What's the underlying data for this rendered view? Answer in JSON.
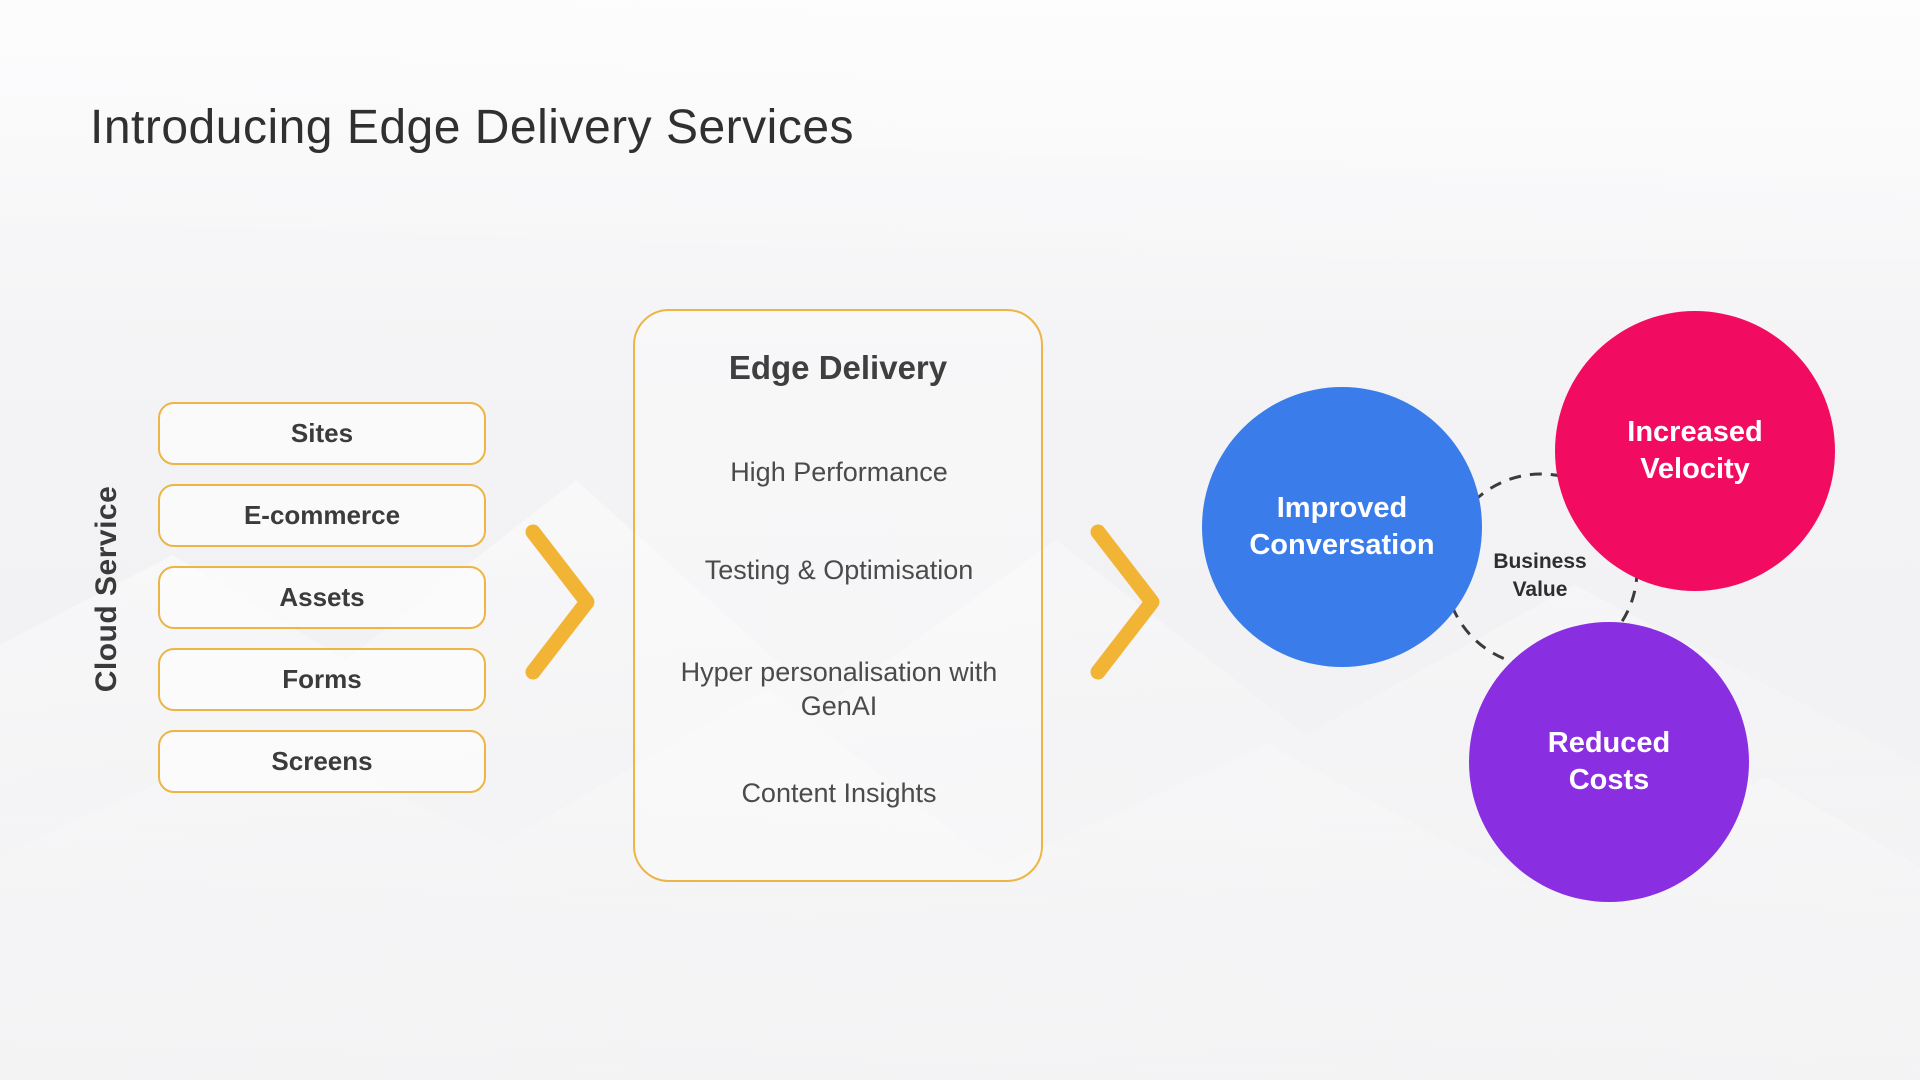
{
  "slide": {
    "title": "Introducing Edge Delivery Services"
  },
  "cloud_service": {
    "label": "Cloud Service",
    "items": [
      "Sites",
      "E-commerce",
      "Assets",
      "Forms",
      "Screens"
    ]
  },
  "edge_delivery": {
    "title": "Edge Delivery",
    "features": [
      "High Performance",
      "Testing & Optimisation",
      "Hyper personalisation with GenAI",
      "Content Insights"
    ]
  },
  "business_value": {
    "label": "Business Value"
  },
  "outcomes": [
    {
      "label": "Improved Conversation",
      "color": "#3A7CE9"
    },
    {
      "label": "Increased Velocity",
      "color": "#F20C61"
    },
    {
      "label": "Reduced Costs",
      "color": "#8A2EE1"
    }
  ],
  "colors": {
    "accent_yellow": "#F2B434",
    "box_border_yellow": "#ECB546",
    "circle_blue": "#3A7CE9",
    "circle_pink": "#F20C61",
    "circle_purple": "#8A2EE1",
    "dashed_circle_stroke": "#3C3C3C",
    "title_text": "#303030",
    "body_text": "#4B4B4B",
    "background": "#F3F3F5"
  }
}
